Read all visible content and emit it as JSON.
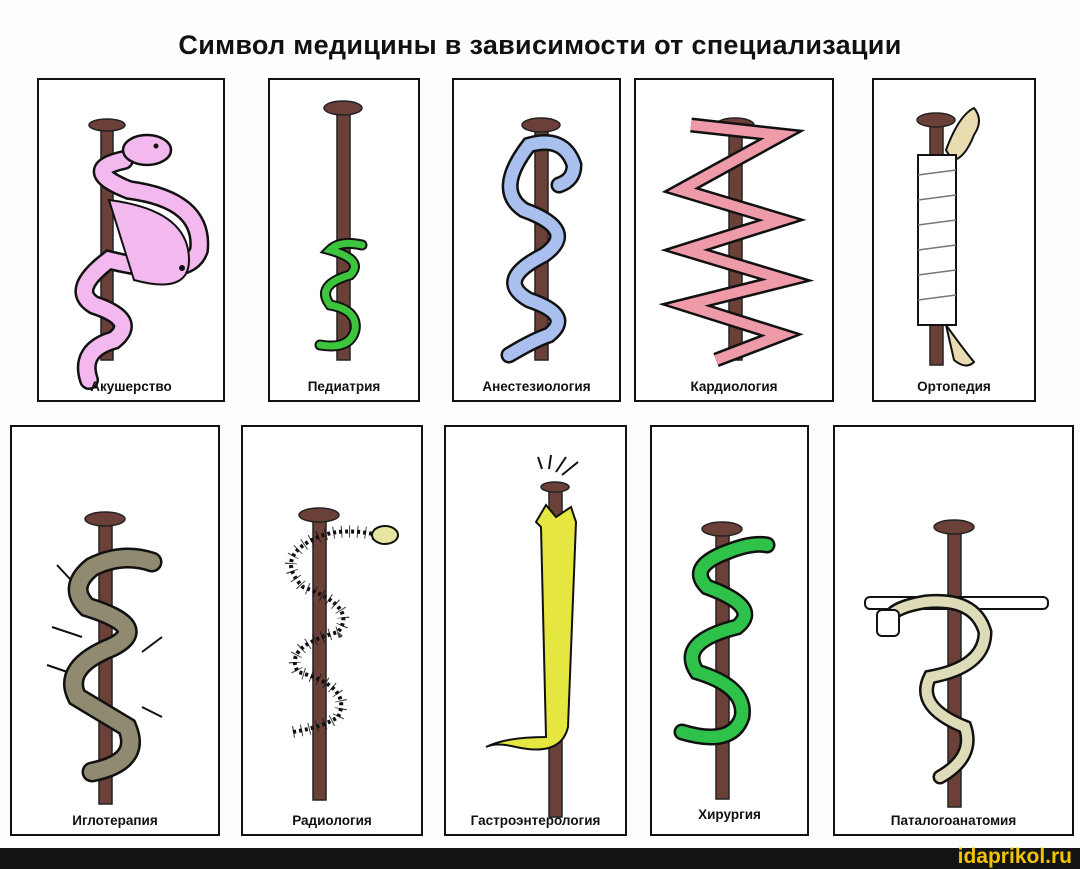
{
  "title": "Символ медицины в зависимости от специализации",
  "panels": [
    {
      "label": "Акушерство",
      "color": "#f3b9ee"
    },
    {
      "label": "Педиатрия",
      "color": "#3cc43c"
    },
    {
      "label": "Анестезиология",
      "color": "#a9c0ee"
    },
    {
      "label": "Кардиология",
      "color": "#ef9aa8"
    },
    {
      "label": "Ортопедия",
      "color": "#e9dcb0"
    },
    {
      "label": "Иглотерапия",
      "color": "#8f8a70"
    },
    {
      "label": "Радиология",
      "color": "#ffffff"
    },
    {
      "label": "Гастроэнтерология",
      "color": "#e6e640"
    },
    {
      "label": "Хирургия",
      "color": "#2fc24a"
    },
    {
      "label": "Паталогоанатомия",
      "color": "#dedcb8"
    }
  ],
  "footer": {
    "watermark": "idaprikol.ru"
  }
}
